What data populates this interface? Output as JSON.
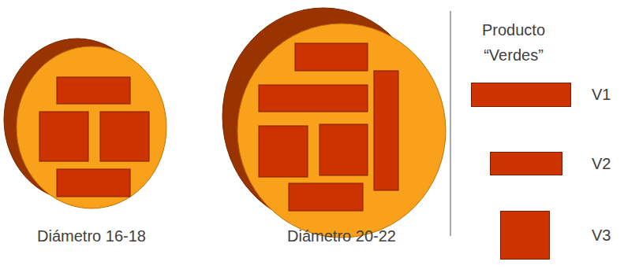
{
  "diagram": {
    "nodes": [
      {
        "text": [
          "Diámetro 16-18"
        ]
      },
      {
        "text": [
          "Diámetro 20-22"
        ]
      }
    ],
    "labels": [
      "Producto “Verdes”"
    ],
    "legend": [
      {
        "text": "V1"
      },
      {
        "text": "V2"
      },
      {
        "text": "V3"
      }
    ]
  }
}
